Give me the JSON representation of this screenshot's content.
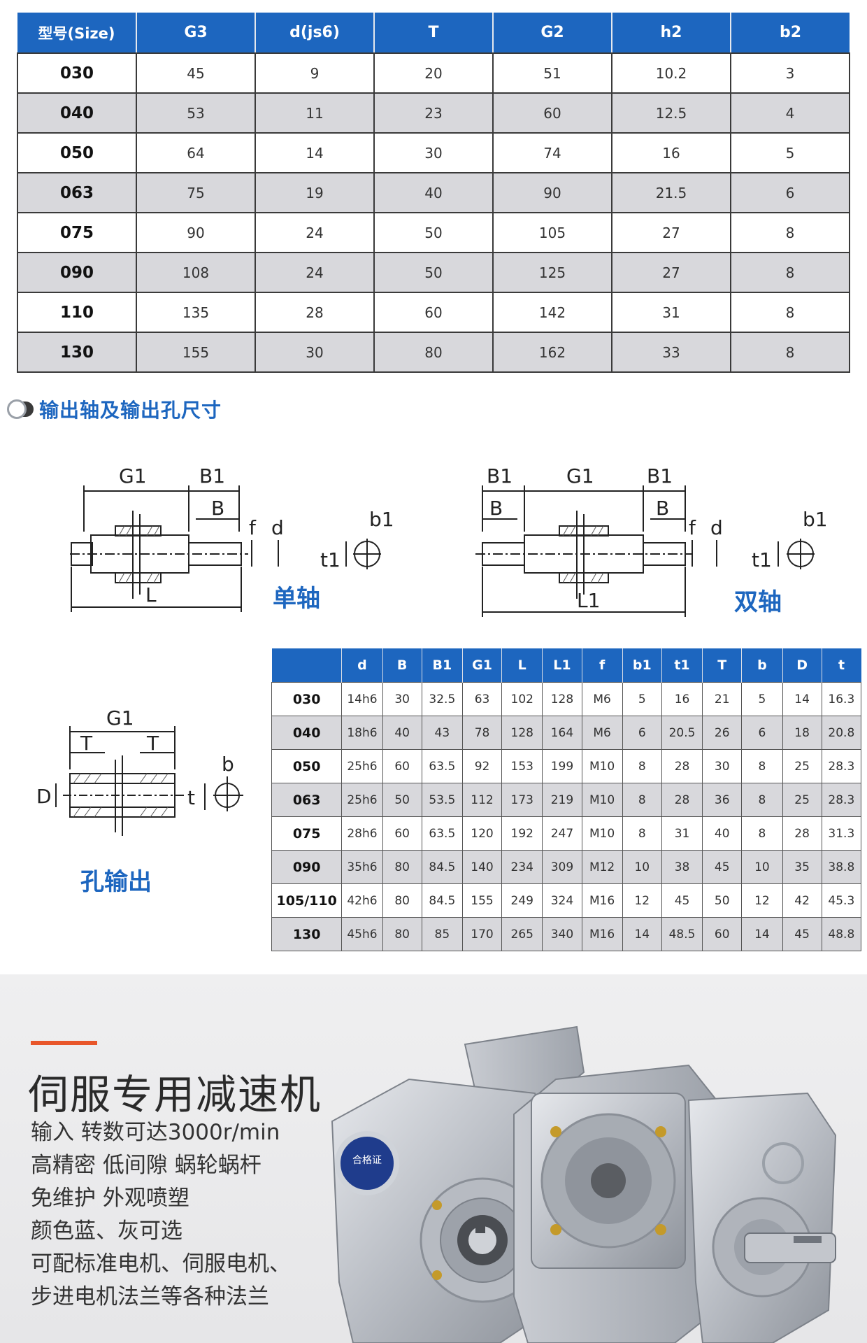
{
  "top_table": {
    "headers": [
      "型号(Size)",
      "G3",
      "d(js6)",
      "T",
      "G2",
      "h2",
      "b2"
    ],
    "rows": [
      [
        "030",
        "45",
        "9",
        "20",
        "51",
        "10.2",
        "3"
      ],
      [
        "040",
        "53",
        "11",
        "23",
        "60",
        "12.5",
        "4"
      ],
      [
        "050",
        "64",
        "14",
        "30",
        "74",
        "16",
        "5"
      ],
      [
        "063",
        "75",
        "19",
        "40",
        "90",
        "21.5",
        "6"
      ],
      [
        "075",
        "90",
        "24",
        "50",
        "105",
        "27",
        "8"
      ],
      [
        "090",
        "108",
        "24",
        "50",
        "125",
        "27",
        "8"
      ],
      [
        "110",
        "135",
        "28",
        "60",
        "142",
        "31",
        "8"
      ],
      [
        "130",
        "155",
        "30",
        "80",
        "162",
        "33",
        "8"
      ]
    ]
  },
  "section": {
    "title": "输出轴及输出孔尺寸"
  },
  "diagrams": {
    "single_shaft": {
      "label": "单轴",
      "dims": [
        "G1",
        "B1",
        "B",
        "f",
        "d",
        "L",
        "b1",
        "t1"
      ]
    },
    "double_shaft": {
      "label": "双轴",
      "dims": [
        "B1",
        "G1",
        "B1",
        "B",
        "B",
        "f",
        "d",
        "L1",
        "b1",
        "t1"
      ]
    },
    "hole_output": {
      "label": "孔输出",
      "dims": [
        "G1",
        "T",
        "T",
        "D",
        "b",
        "t"
      ]
    }
  },
  "shaft_table": {
    "headers": [
      "",
      "d",
      "B",
      "B1",
      "G1",
      "L",
      "L1",
      "f",
      "b1",
      "t1",
      "T",
      "b",
      "D",
      "t"
    ],
    "rows": [
      [
        "030",
        "14h6",
        "30",
        "32.5",
        "63",
        "102",
        "128",
        "M6",
        "5",
        "16",
        "21",
        "5",
        "14",
        "16.3"
      ],
      [
        "040",
        "18h6",
        "40",
        "43",
        "78",
        "128",
        "164",
        "M6",
        "6",
        "20.5",
        "26",
        "6",
        "18",
        "20.8"
      ],
      [
        "050",
        "25h6",
        "60",
        "63.5",
        "92",
        "153",
        "199",
        "M10",
        "8",
        "28",
        "30",
        "8",
        "25",
        "28.3"
      ],
      [
        "063",
        "25h6",
        "50",
        "53.5",
        "112",
        "173",
        "219",
        "M10",
        "8",
        "28",
        "36",
        "8",
        "25",
        "28.3"
      ],
      [
        "075",
        "28h6",
        "60",
        "63.5",
        "120",
        "192",
        "247",
        "M10",
        "8",
        "31",
        "40",
        "8",
        "28",
        "31.3"
      ],
      [
        "090",
        "35h6",
        "80",
        "84.5",
        "140",
        "234",
        "309",
        "M12",
        "10",
        "38",
        "45",
        "10",
        "35",
        "38.8"
      ],
      [
        "105/110",
        "42h6",
        "80",
        "84.5",
        "155",
        "249",
        "324",
        "M16",
        "12",
        "45",
        "50",
        "12",
        "42",
        "45.3"
      ],
      [
        "130",
        "45h6",
        "80",
        "85",
        "170",
        "265",
        "340",
        "M16",
        "14",
        "48.5",
        "60",
        "14",
        "45",
        "48.8"
      ]
    ]
  },
  "banner": {
    "title": "伺服专用减速机",
    "lines": [
      "输入 转数可达3000r/min",
      "高精密  低间隙  蜗轮蜗杆",
      "免维护    外观喷塑",
      "颜色蓝、灰可选",
      "可配标准电机、伺服电机、",
      "步进电机法兰等各种法兰"
    ],
    "nameplate": "合格证"
  },
  "colors": {
    "brand_blue": "#1d66bf",
    "accent_orange": "#e8562a",
    "row_gray": "#d8d8dc"
  }
}
